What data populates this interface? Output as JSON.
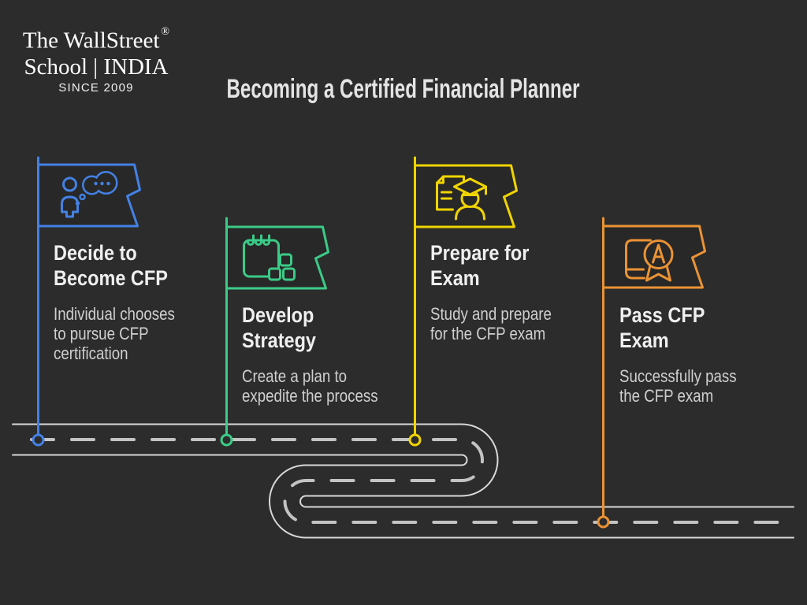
{
  "logo": {
    "line1": "The WallStreet",
    "registered_mark": "®",
    "line2": "School | INDIA",
    "since": "SINCE 2009"
  },
  "title": "Becoming a Certified Financial Planner",
  "background_color": "#2c2c2c",
  "road": {
    "edge_color": "#d9d9d9",
    "dash_color": "#c3c3c3"
  },
  "steps": [
    {
      "title_line1": "Decide to",
      "title_line2": "Become CFP",
      "desc_line1": "Individual chooses",
      "desc_line2": "to pursue CFP",
      "desc_line3": "certification",
      "color": "#4481e4",
      "icon": "person-thinking-icon"
    },
    {
      "title_line1": "Develop",
      "title_line2": "Strategy",
      "desc_line1": "Create a plan to",
      "desc_line2": "expedite the process",
      "desc_line3": "",
      "color": "#3bcb87",
      "icon": "strategy-notepad-icon"
    },
    {
      "title_line1": "Prepare for",
      "title_line2": "Exam",
      "desc_line1": "Study and prepare",
      "desc_line2": "for the CFP exam",
      "desc_line3": "",
      "color": "#f0d400",
      "icon": "graduate-document-icon"
    },
    {
      "title_line1": "Pass CFP",
      "title_line2": "Exam",
      "desc_line1": "Successfully pass",
      "desc_line2": "the CFP exam",
      "desc_line3": "",
      "color": "#ea9335",
      "icon": "award-book-icon"
    }
  ]
}
